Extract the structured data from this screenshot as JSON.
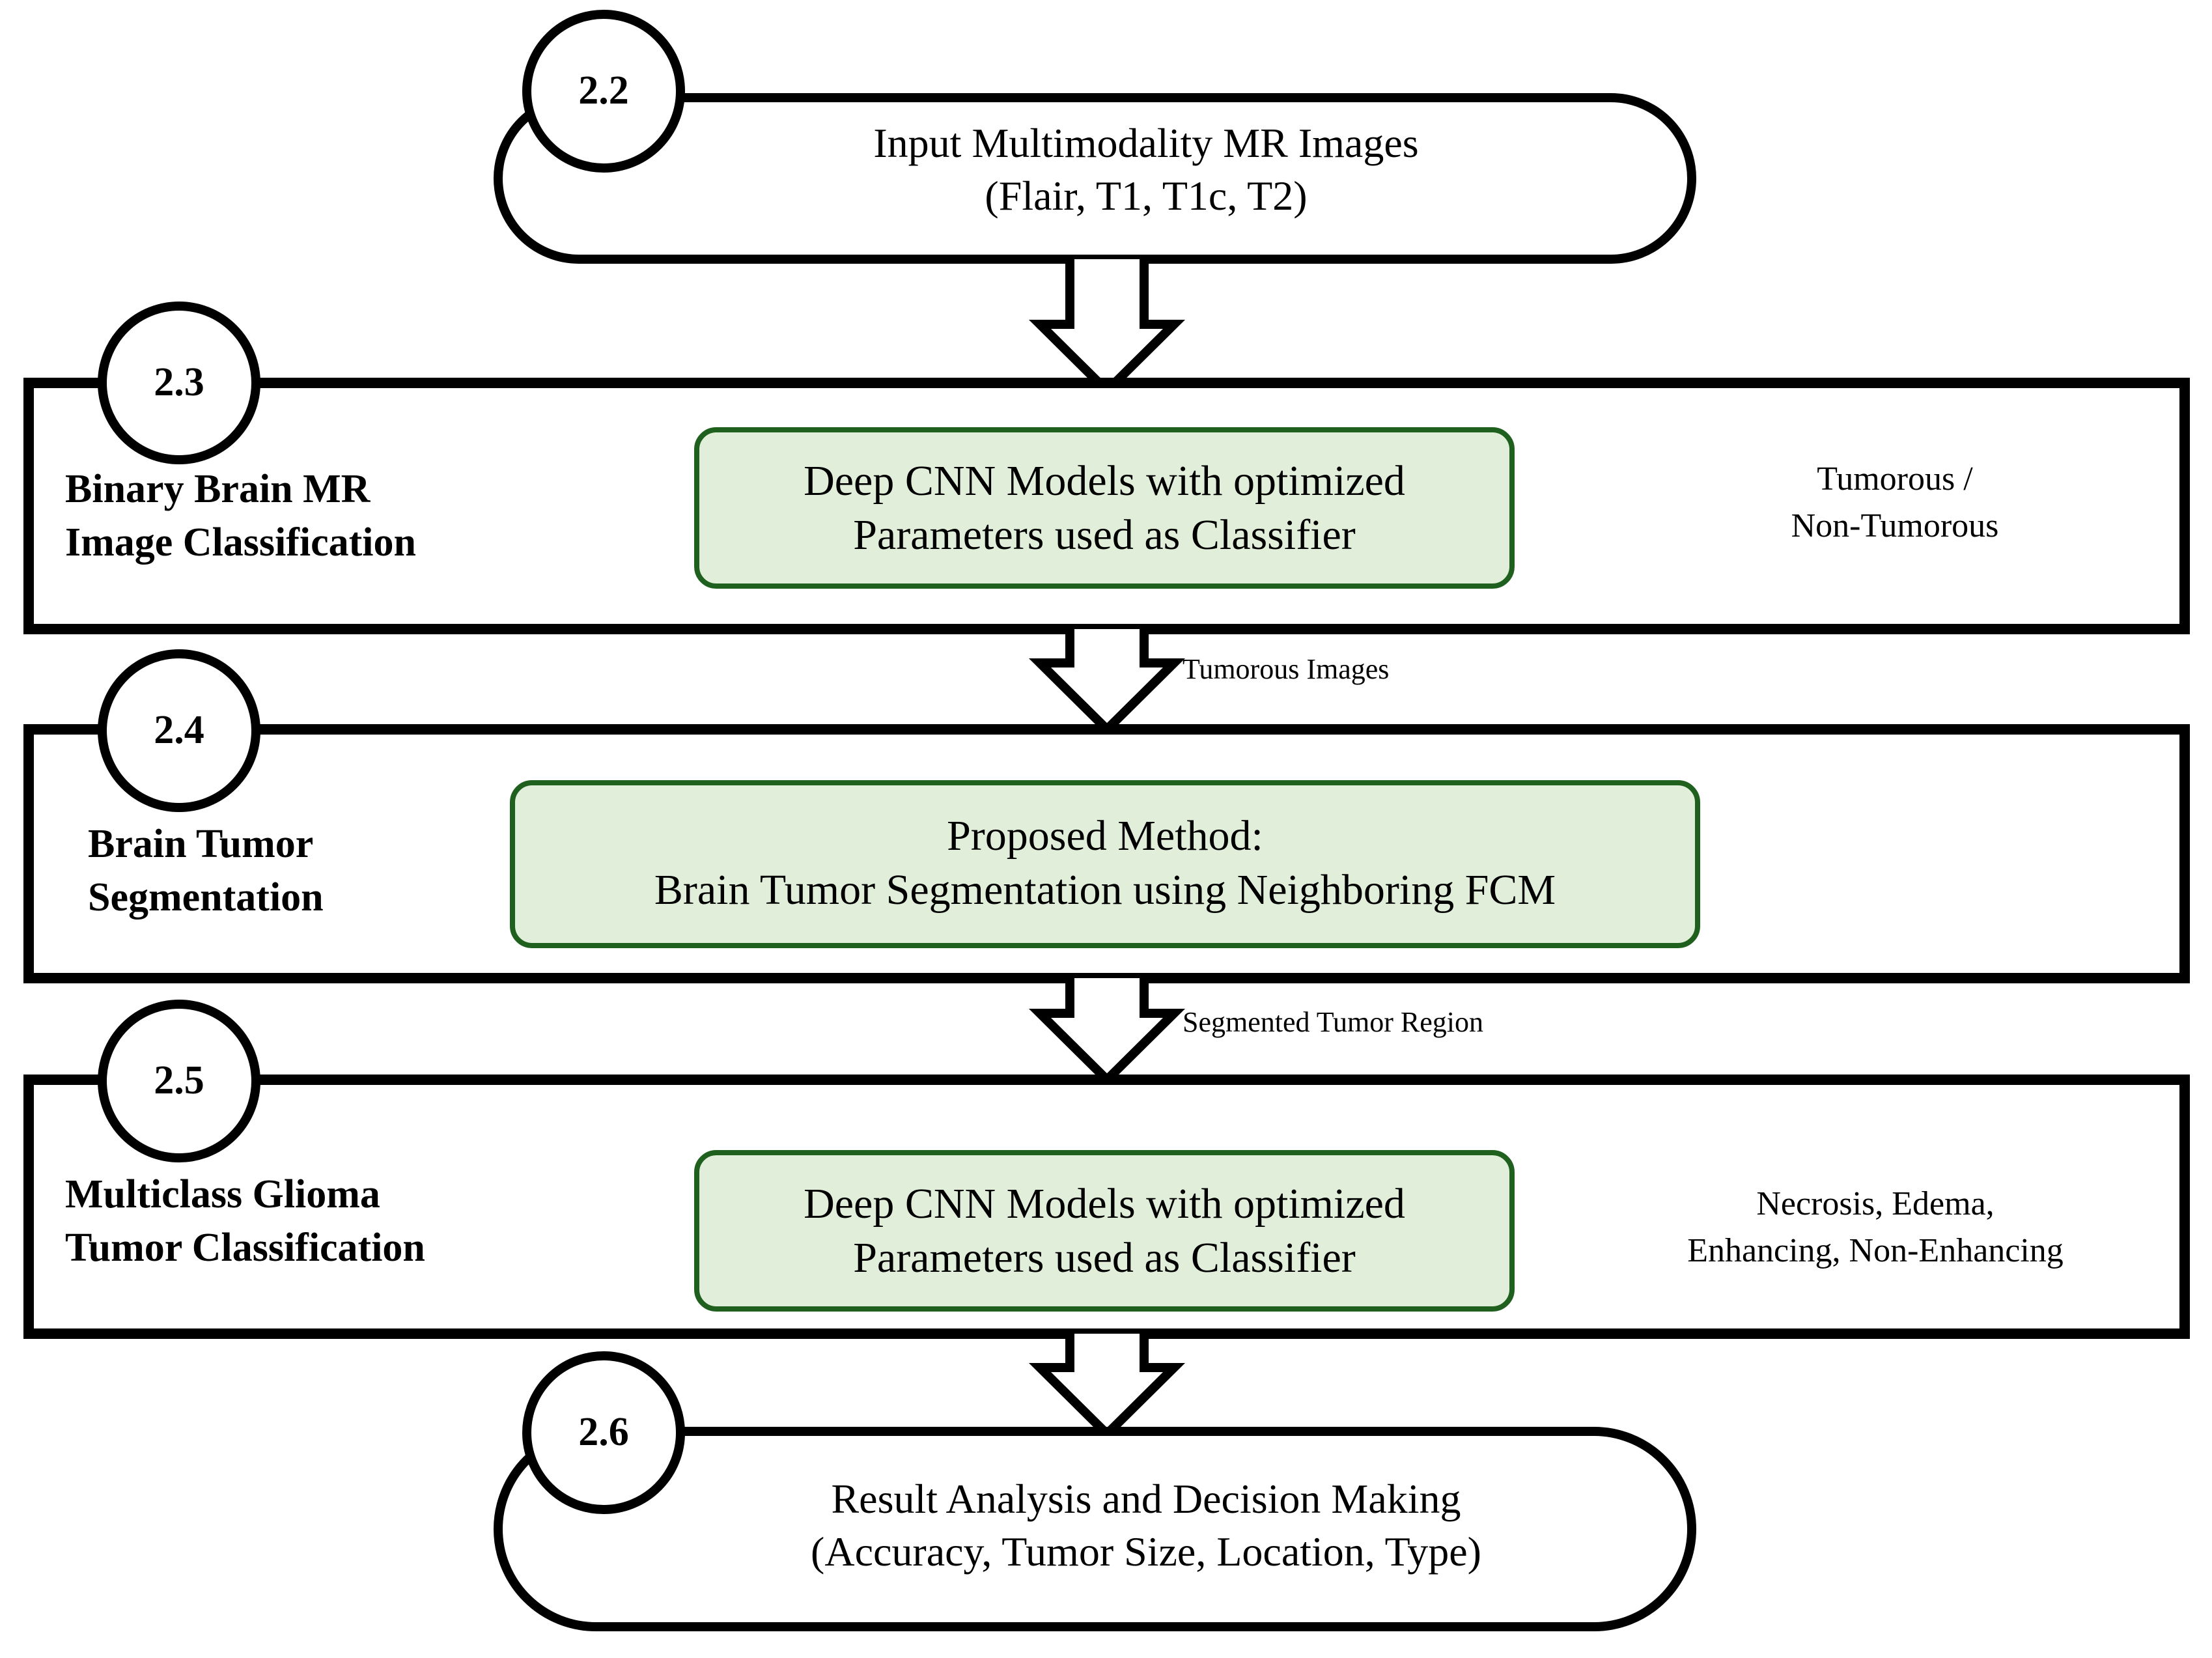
{
  "diagram": {
    "title": "Brain Tumor Analysis Pipeline Flowchart",
    "colors": {
      "stroke": "#000000",
      "canvas": "#ffffff",
      "green_fill": "#e1efda",
      "green_stroke": "#20601f"
    },
    "nodes": [
      {
        "id": "2.2",
        "badge": "2.2",
        "shape": "stadium",
        "text": "Input Multimodality MR Images\n(Flair, T1, T1c, T2)"
      },
      {
        "id": "2.3",
        "badge": "2.3",
        "shape": "rectangle",
        "stage_title": "Binary Brain MR\nImage Classification",
        "process_text": "Deep CNN Models with optimized\nParameters used as Classifier",
        "output_text": "Tumorous  /\nNon-Tumorous"
      },
      {
        "id": "2.4",
        "badge": "2.4",
        "shape": "rectangle",
        "stage_title": "Brain Tumor\nSegmentation",
        "process_text": "Proposed Method:\nBrain Tumor Segmentation using Neighboring FCM",
        "output_text": ""
      },
      {
        "id": "2.5",
        "badge": "2.5",
        "shape": "rectangle",
        "stage_title": "Multiclass Glioma\nTumor Classification",
        "process_text": "Deep CNN Models with optimized\nParameters used as Classifier",
        "output_text": "Necrosis,  Edema,\nEnhancing,  Non-Enhancing"
      },
      {
        "id": "2.6",
        "badge": "2.6",
        "shape": "stadium",
        "text": "Result Analysis and Decision Making\n(Accuracy, Tumor Size, Location, Type)"
      }
    ],
    "edges": [
      {
        "from": "2.2",
        "to": "2.3",
        "label": ""
      },
      {
        "from": "2.3",
        "to": "2.4",
        "label": "Tumorous Images"
      },
      {
        "from": "2.4",
        "to": "2.5",
        "label": "Segmented Tumor Region"
      },
      {
        "from": "2.5",
        "to": "2.6",
        "label": ""
      }
    ]
  }
}
